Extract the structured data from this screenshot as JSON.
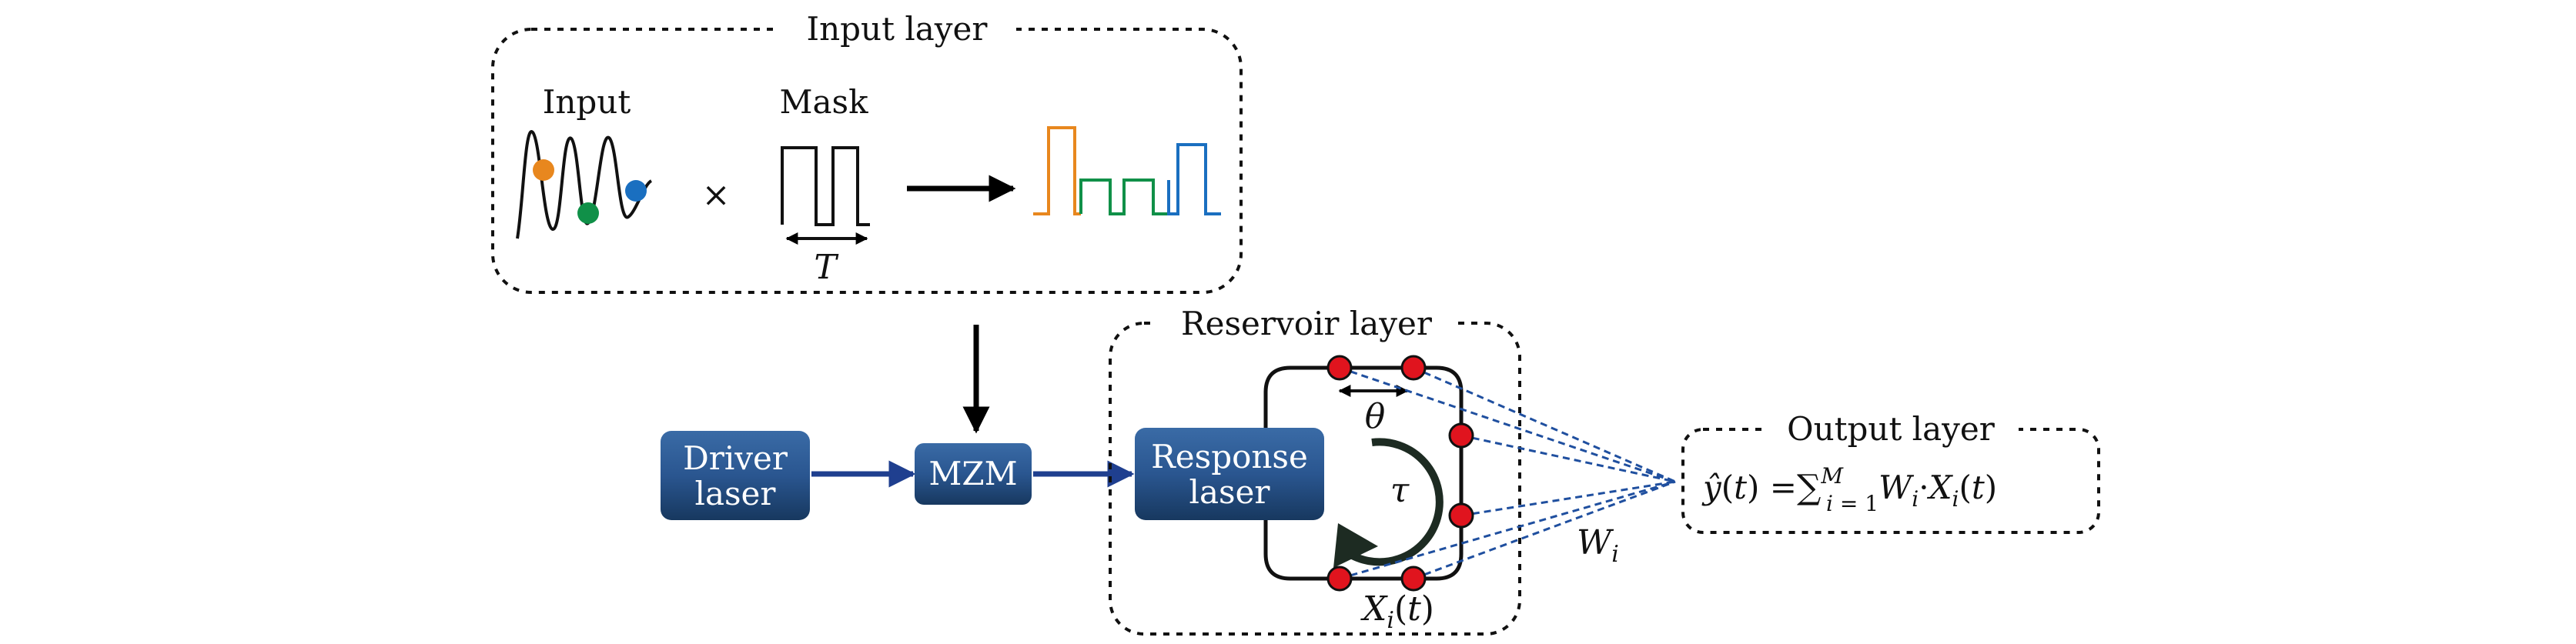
{
  "input_layer": {
    "title": "Input layer",
    "input_label": "Input",
    "mask_label": "Mask",
    "times_symbol": "×",
    "period_symbol": "T"
  },
  "reservoir_layer": {
    "title": "Reservoir layer",
    "response_laser_line1": "Response",
    "response_laser_line2": "laser",
    "node_spacing_symbol": "θ",
    "delay_symbol": "τ",
    "node_state_label": "Xi(t)"
  },
  "output_layer": {
    "title": "Output layer",
    "equation": "ŷ(t) = ∑_{i=1}^{M} W_i·X_i(t)",
    "weights_label": "W_i"
  },
  "driver_laser": {
    "line1": "Driver",
    "line2": "laser"
  },
  "modulator": {
    "label": "MZM"
  },
  "colors": {
    "box_fill_top": "#2f5f9a",
    "box_fill_bottom": "#1a3d6b",
    "arrow_blue": "#1f3f8f",
    "dashed_blue": "#1f4f9f",
    "node_red": "#e0141e",
    "orange": "#e8871e",
    "green": "#109048",
    "blue": "#1a6fc0",
    "teal": "#1f6f8f",
    "delay_arrow": "#1d2b22"
  },
  "icons": [
    "input-signal-icon",
    "mask-signal-icon",
    "masked-signal-icon",
    "delay-loop-arrow-icon"
  ]
}
